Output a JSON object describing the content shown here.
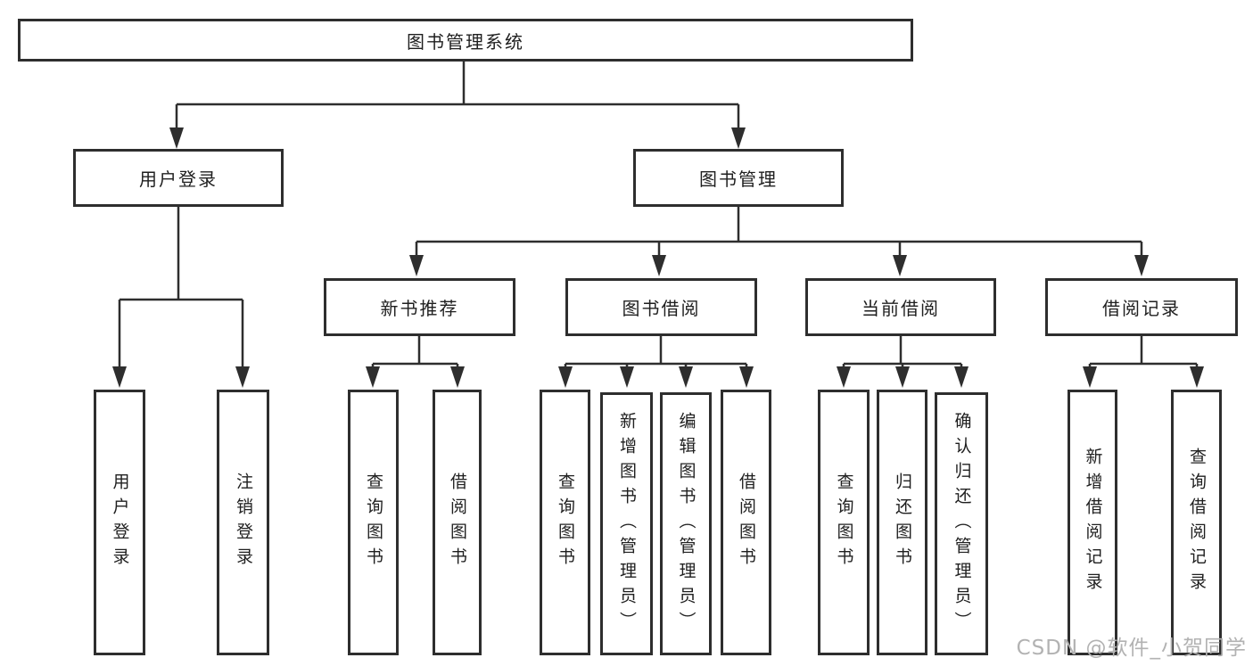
{
  "diagram": {
    "root": {
      "label": "图书管理系统"
    },
    "branches": [
      {
        "label": "用户登录",
        "children": [
          {
            "label": "用户登录"
          },
          {
            "label": "注销登录"
          }
        ]
      },
      {
        "label": "图书管理",
        "children": [
          {
            "label": "新书推荐",
            "children": [
              {
                "label": "查询图书"
              },
              {
                "label": "借阅图书"
              }
            ]
          },
          {
            "label": "图书借阅",
            "children": [
              {
                "label": "查询图书"
              },
              {
                "label": "新增图书（管理员）"
              },
              {
                "label": "编辑图书（管理员）"
              },
              {
                "label": "借阅图书"
              }
            ]
          },
          {
            "label": "当前借阅",
            "children": [
              {
                "label": "查询图书"
              },
              {
                "label": "归还图书"
              },
              {
                "label": "确认归还（管理员）"
              }
            ]
          },
          {
            "label": "借阅记录",
            "children": [
              {
                "label": "新增借阅记录"
              },
              {
                "label": "查询借阅记录"
              }
            ]
          }
        ]
      }
    ]
  },
  "watermark": {
    "text": "CSDN @软件_小贺同学"
  },
  "colors": {
    "line": "#2e2e2e",
    "box_border": "#2e2e2e",
    "text": "#1f1f1f",
    "watermark": "#b2b2b2",
    "background": "#ffffff"
  }
}
